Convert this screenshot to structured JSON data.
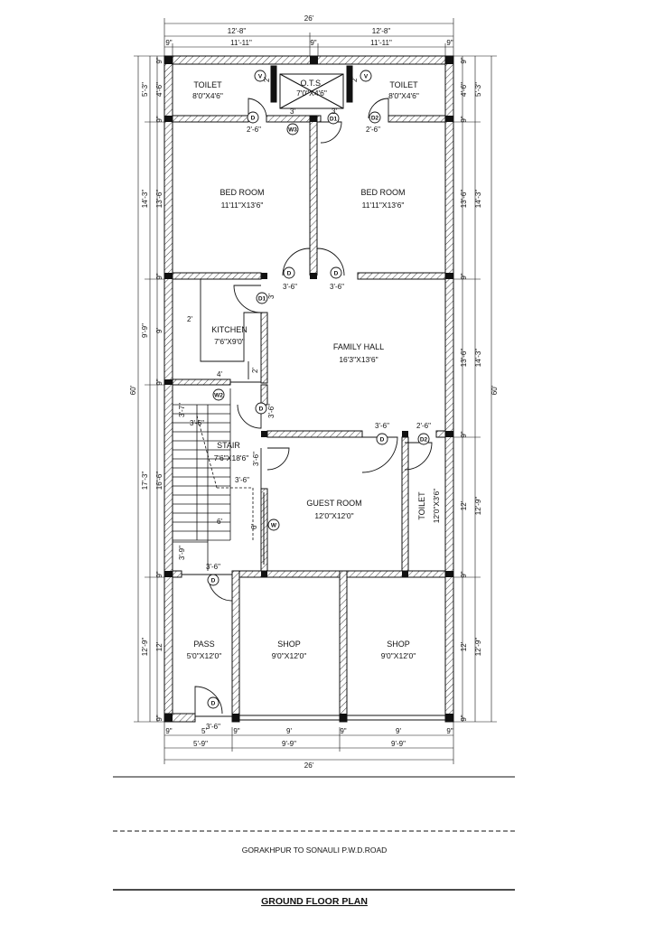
{
  "title": "GROUND FLOOR PLAN",
  "road": "GORAKHPUR TO SONAULI P.W.D.ROAD",
  "colors": {
    "line": "#111111",
    "wall_fill": "#ffffff",
    "column": "#111111"
  },
  "rooms": {
    "toilet_left": {
      "name": "TOILET",
      "size": "8'0\"X4'6\""
    },
    "ots": {
      "name": "O.T.S.",
      "size": "7'0\"X4'6\""
    },
    "toilet_right": {
      "name": "TOILET",
      "size": "8'0\"X4'6\""
    },
    "bed_left": {
      "name": "BED ROOM",
      "size": "11'11\"X13'6\""
    },
    "bed_right": {
      "name": "BED ROOM",
      "size": "11'11\"X13'6\""
    },
    "kitchen": {
      "name": "KITCHEN",
      "size": "7'6\"X9'0\""
    },
    "family_hall": {
      "name": "FAMILY HALL",
      "size": "16'3\"X13'6\""
    },
    "stair": {
      "name": "STAIR",
      "size": "7'6\"X18'6\""
    },
    "guest": {
      "name": "GUEST ROOM",
      "size": "12'0\"X12'0\""
    },
    "toilet_mid": {
      "name": "TOILET",
      "size": "12'0\"X3'6\""
    },
    "pass": {
      "name": "PASS",
      "size": "5'0\"X12'0\""
    },
    "shop_left": {
      "name": "SHOP",
      "size": "9'0\"X12'0\""
    },
    "shop_right": {
      "name": "SHOP",
      "size": "9'0\"X12'0\""
    }
  },
  "tags": {
    "v": "V",
    "d": "D",
    "d1": "D1",
    "d2": "D2",
    "w": "W",
    "w2": "W2",
    "w3": "W3"
  },
  "dims": {
    "total_width": "26'",
    "top_halves": [
      "12'-8\"",
      "12'-8\""
    ],
    "top_segments": [
      "9\"",
      "11'-11\"",
      "9\"",
      "11'-11\"",
      "9\""
    ],
    "bottom_segments": [
      "9\"",
      "5'",
      "9\"",
      "9'",
      "9\"",
      "9'",
      "9\""
    ],
    "bottom_groups": [
      "5'-9\"",
      "9'-9\"",
      "9'-9\""
    ],
    "total_height": "60'",
    "left_outer": [
      "5'-3\"",
      "14'-3\"",
      "9'-9\"",
      "17'-3\"",
      "12'-9\""
    ],
    "left_inner": [
      "9\"",
      "4'-6\"",
      "9\"",
      "13'-6\"",
      "9\"",
      "9'",
      "9\"",
      "16'-6\"",
      "9\"",
      "12'",
      "9\""
    ],
    "right_outer": [
      "5'-3\"",
      "14'-3\"",
      "14'-3\"",
      "12'-9\"",
      "12'-9\""
    ],
    "right_inner": [
      "9\"",
      "4'-6\"",
      "9\"",
      "13'-6\"",
      "9\"",
      "13'-6\"",
      "9\"",
      "12'",
      "9\"",
      "12'",
      "9\""
    ],
    "door_2_6_a": "2'-6\"",
    "door_2_6_b": "2'-6\"",
    "door_2_6_c": "2'-6\"",
    "door_3_6_a": "3'-6\"",
    "door_3_6_b": "3'-6\"",
    "door_3_6_c": "3'-6\"",
    "door_3_6_d": "3'-6\"",
    "door_3_6_e": "3'-6\"",
    "door_3_6_f": "3'-6\"",
    "door_3_6_g": "3'-6\"",
    "door_3_6_h": "3'-6\"",
    "door_3_6_i": "3'-6\"",
    "door_3_6_j": "3'-6\"",
    "ots_3a": "3'",
    "ots_3b": "3'",
    "ots_2a": "2'",
    "ots_2b": "2'",
    "kitchen_2a": "2'",
    "kitchen_2b": "2'",
    "kitchen_4": "4'",
    "kitchen_3": "3'",
    "stair_3_7": "3'-7\"",
    "stair_3_9": "3'-9\"",
    "stair_6": "6'",
    "stair_6b": "6'",
    "bottom_total": "26'"
  }
}
